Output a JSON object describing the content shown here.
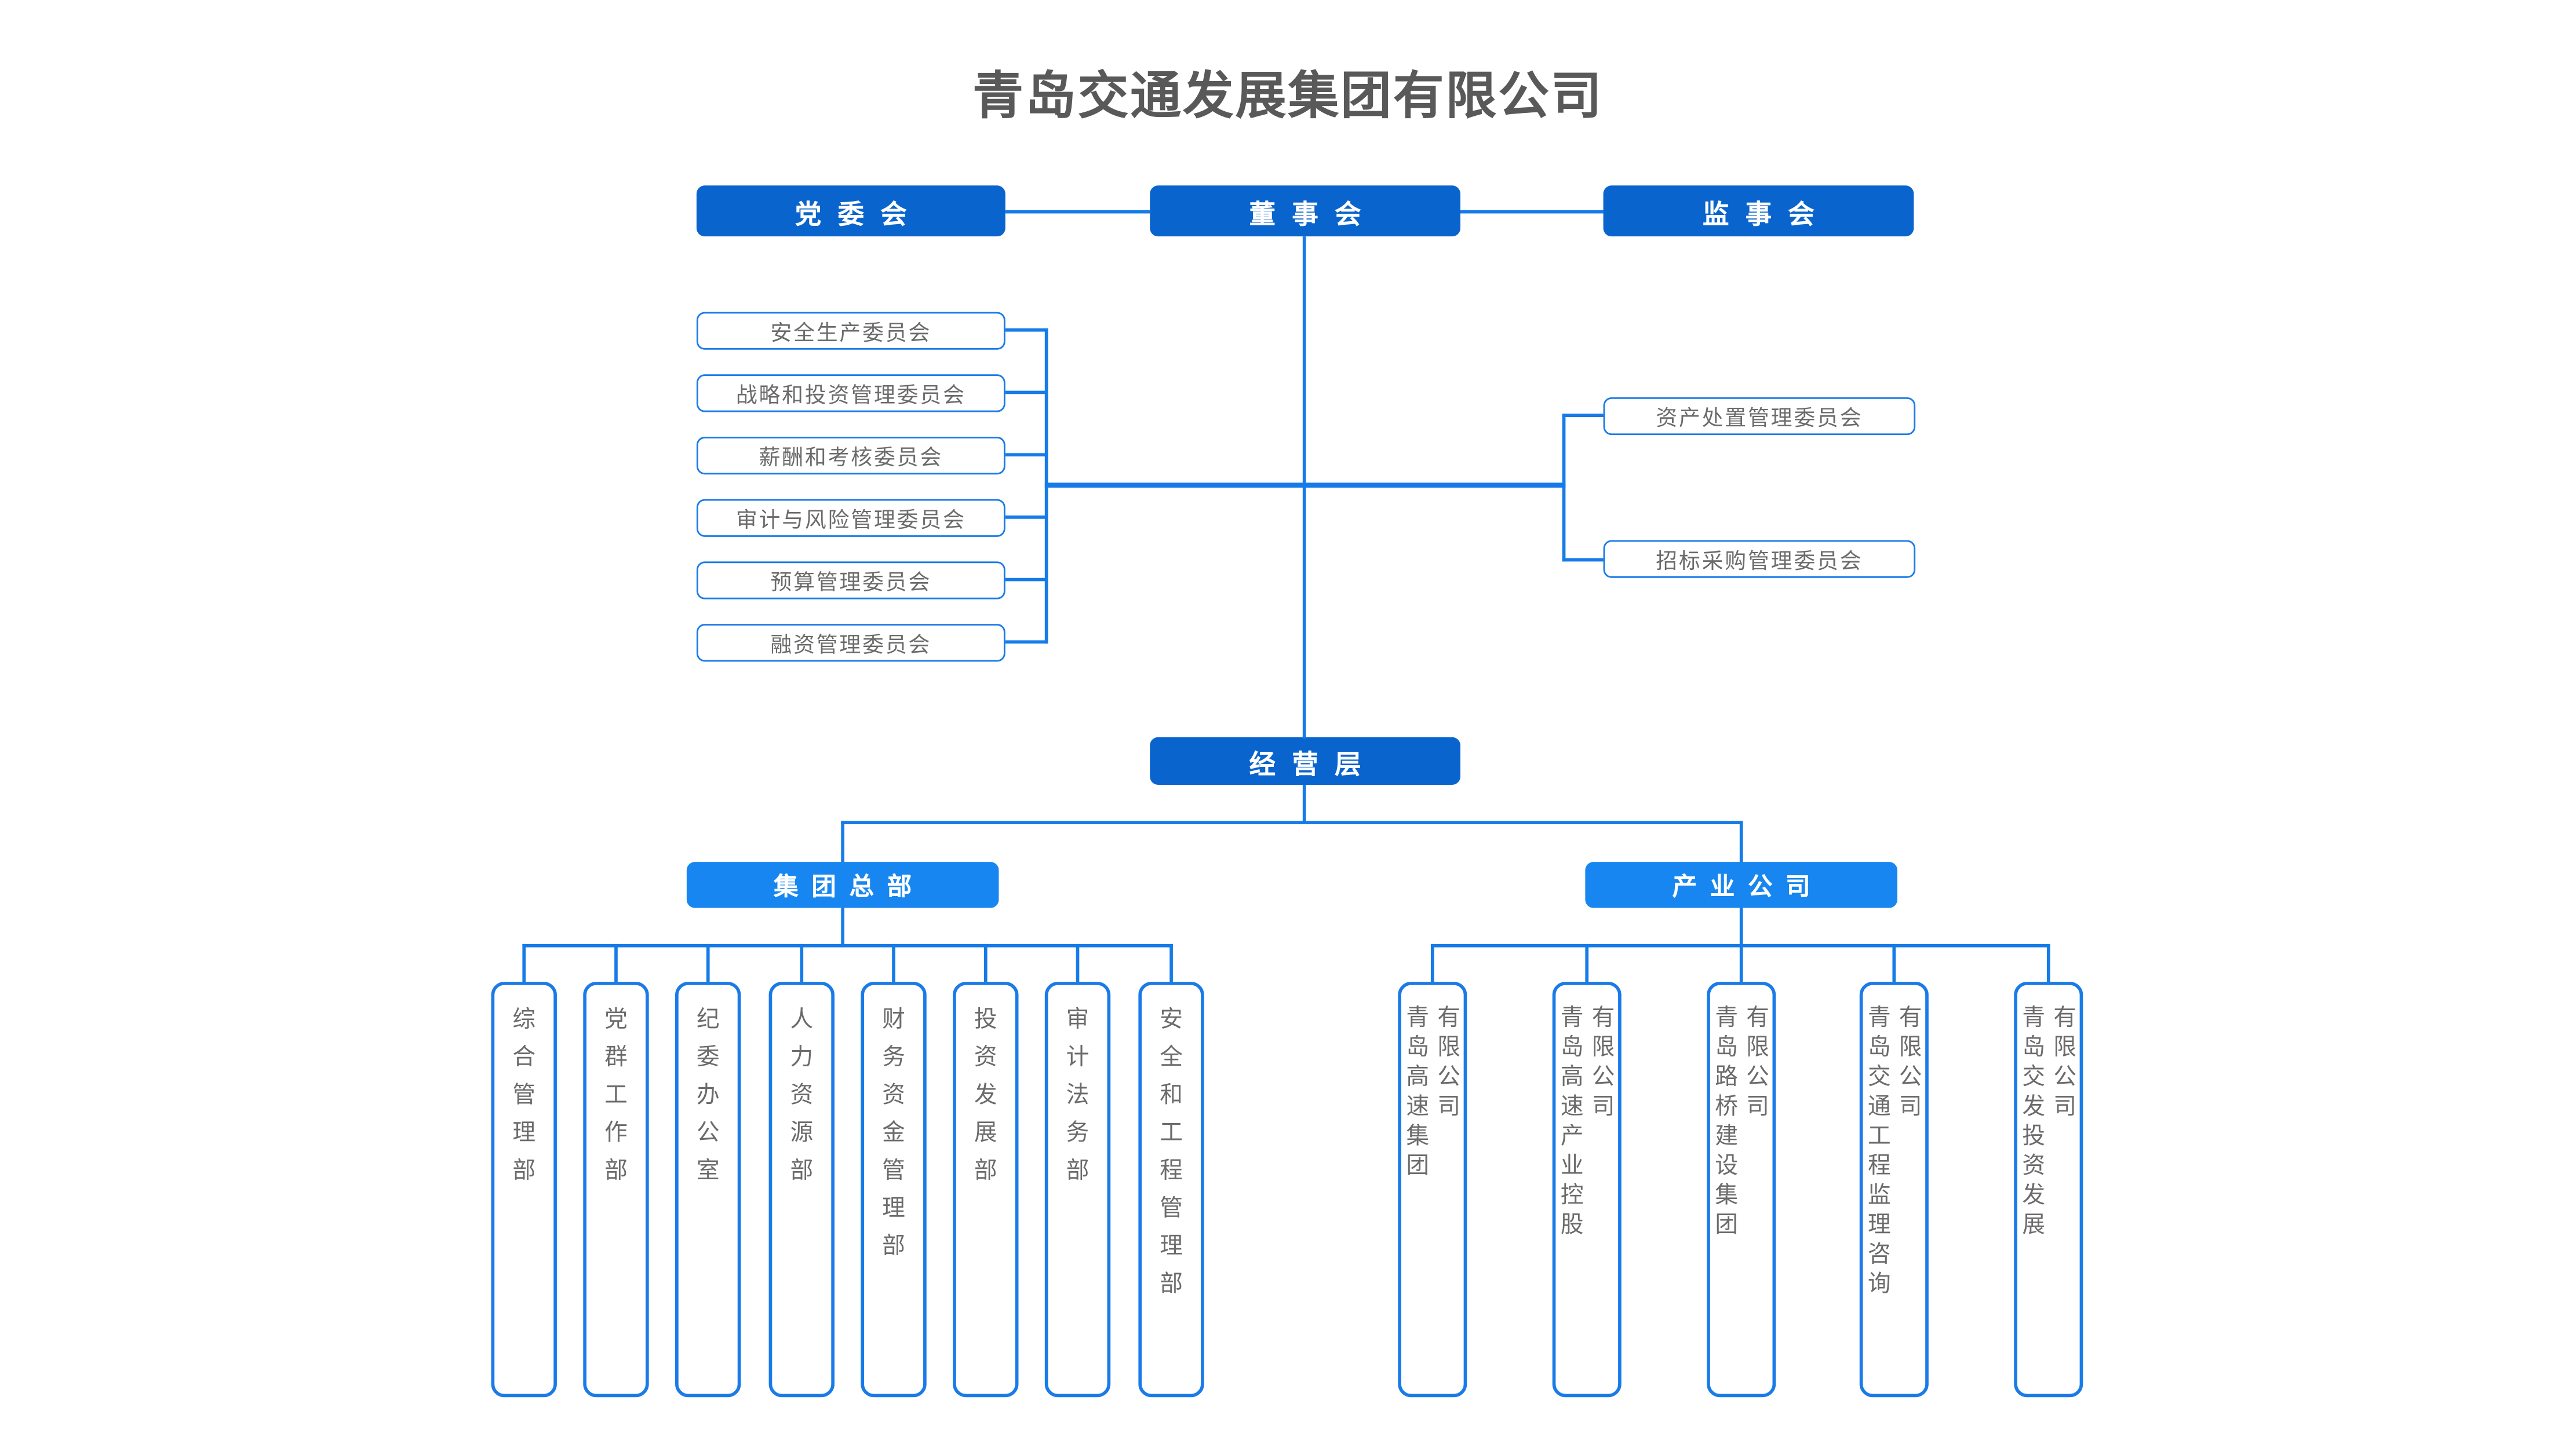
{
  "title": "青岛交通发展集团有限公司",
  "colors": {
    "primary_dark": "#0A64CD",
    "primary_light": "#1786F0",
    "line": "#157BE8",
    "box_border": "#1A7BE8",
    "text_gray": "#6B6B6B",
    "title_gray": "#595959"
  },
  "governance": {
    "party_committee": "党委会",
    "board": "董事会",
    "supervisory_board": "监事会"
  },
  "board_committees": [
    "安全生产委员会",
    "战略和投资管理委员会",
    "薪酬和考核委员会",
    "审计与风险管理委员会",
    "预算管理委员会",
    "融资管理委员会"
  ],
  "right_committees": [
    "资产处置管理委员会",
    "招标采购管理委员会"
  ],
  "management_layer": "经营层",
  "branches": {
    "hq": "集团总部",
    "industry": "产业公司"
  },
  "hq_departments": [
    "综合管理部",
    "党群工作部",
    "纪委办公室",
    "人力资源部",
    "财务资金管理部",
    "投资发展部",
    "审计法务部",
    "安全和工程管理部"
  ],
  "industry_companies": [
    {
      "name": "青岛高速集团",
      "suffix": "有限公司"
    },
    {
      "name": "青岛高速产业控股",
      "suffix": "有限公司"
    },
    {
      "name": "青岛路桥建设集团",
      "suffix": "有限公司"
    },
    {
      "name": "青岛交通工程监理咨询",
      "suffix": "有限公司"
    },
    {
      "name": "青岛交发投资发展",
      "suffix": "有限公司"
    }
  ]
}
